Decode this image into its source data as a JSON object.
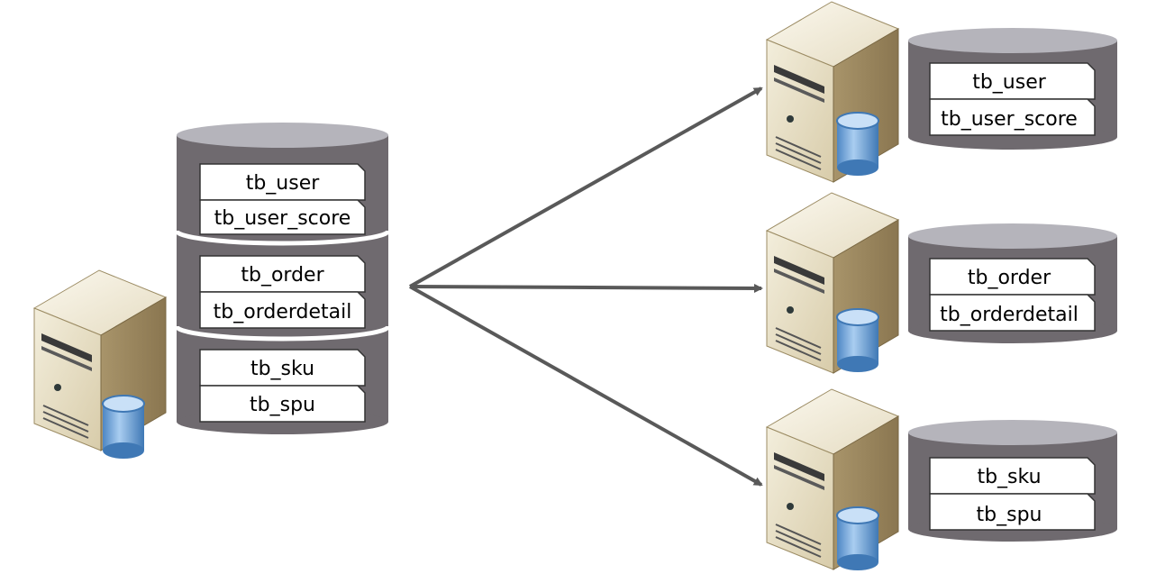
{
  "colors": {
    "cylinder_body": "#6f6a6f",
    "cylinder_top": "#b5b4bb",
    "arrow": "#595959",
    "server_front": "#e9e2c9",
    "server_side": "#b7a67c",
    "db_icon": "#6f9fd1"
  },
  "icons": [
    "server-icon",
    "database-icon"
  ],
  "source": {
    "groups": [
      {
        "tables": [
          "tb_user",
          "tb_user_score"
        ]
      },
      {
        "tables": [
          "tb_order",
          "tb_orderdetail"
        ]
      },
      {
        "tables": [
          "tb_sku",
          "tb_spu"
        ]
      }
    ]
  },
  "targets": [
    {
      "tables": [
        "tb_user",
        "tb_user_score"
      ]
    },
    {
      "tables": [
        "tb_order",
        "tb_orderdetail"
      ]
    },
    {
      "tables": [
        "tb_sku",
        "tb_spu"
      ]
    }
  ]
}
